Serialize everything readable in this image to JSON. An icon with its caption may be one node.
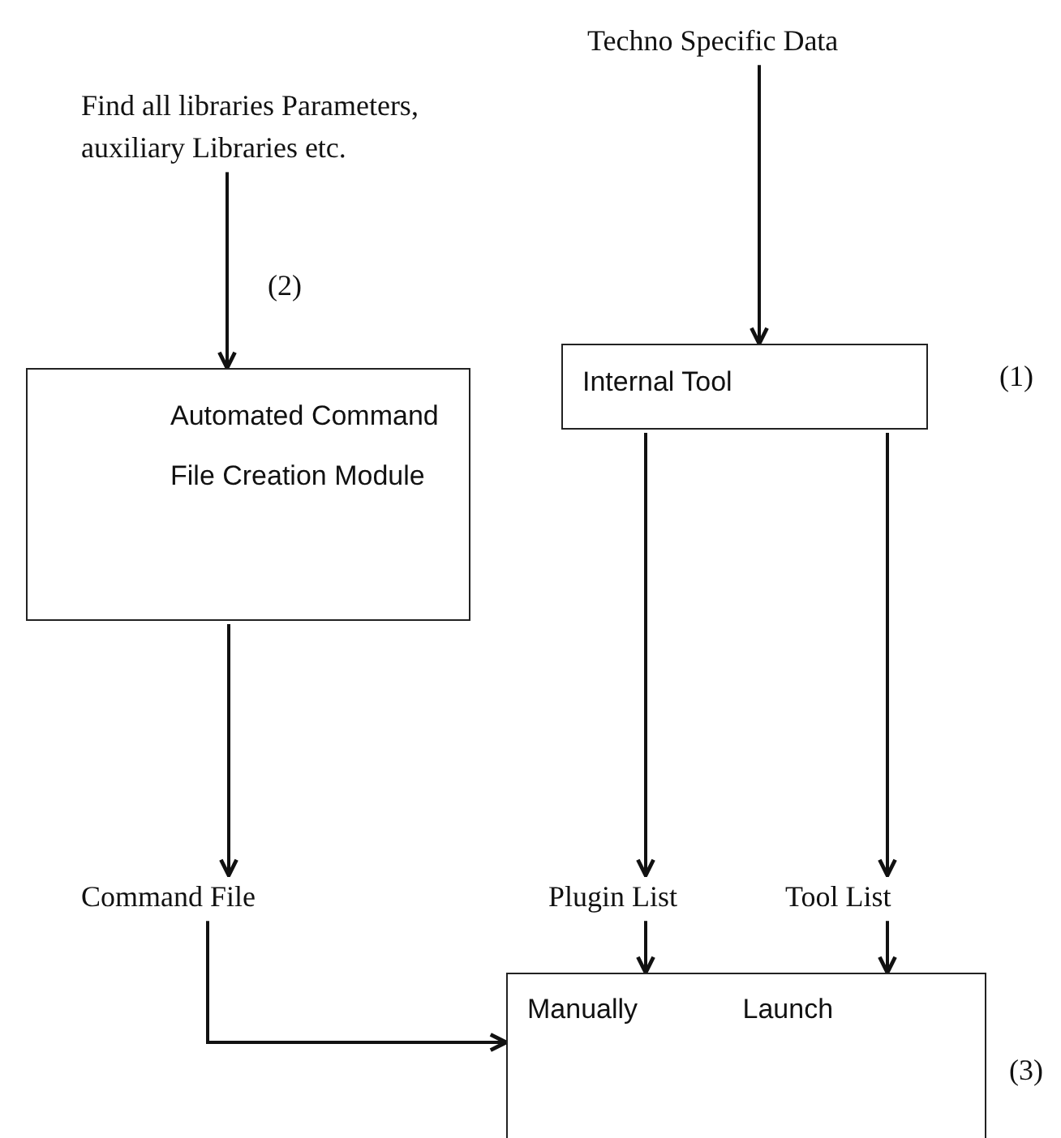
{
  "diagram": {
    "nodes": [
      {
        "text": [
          "Techno Specific Data"
        ]
      },
      {
        "text": [
          "Find all libraries Parameters, auxiliary Libraries etc."
        ]
      },
      {
        "text": [
          "Automated Command File Creation Module"
        ]
      },
      {
        "text": [
          "Internal Tool"
        ],
        "beside": [
          "(1)"
        ]
      },
      {
        "text": [
          "Command File"
        ]
      },
      {
        "text": [
          "Plugin List"
        ]
      },
      {
        "text": [
          "Tool List"
        ]
      },
      {
        "text": [
          "Manually Launch"
        ],
        "beside": [
          "(3)"
        ]
      }
    ],
    "edges": [
      {
        "from": 0,
        "to": 3,
        "arrow": "to"
      },
      {
        "from": 1,
        "to": 2,
        "arrow": "to"
      },
      {
        "from": 2,
        "to": 4,
        "arrow": "to"
      },
      {
        "from": 3,
        "to": 5,
        "arrow": "to"
      },
      {
        "from": 3,
        "to": 6,
        "arrow": "to"
      },
      {
        "from": 5,
        "to": 7,
        "arrow": "to"
      },
      {
        "from": 6,
        "to": 7,
        "arrow": "to"
      },
      {
        "from": 4,
        "to": 7,
        "arrow": "to"
      }
    ],
    "labels": [
      "(2)"
    ]
  }
}
